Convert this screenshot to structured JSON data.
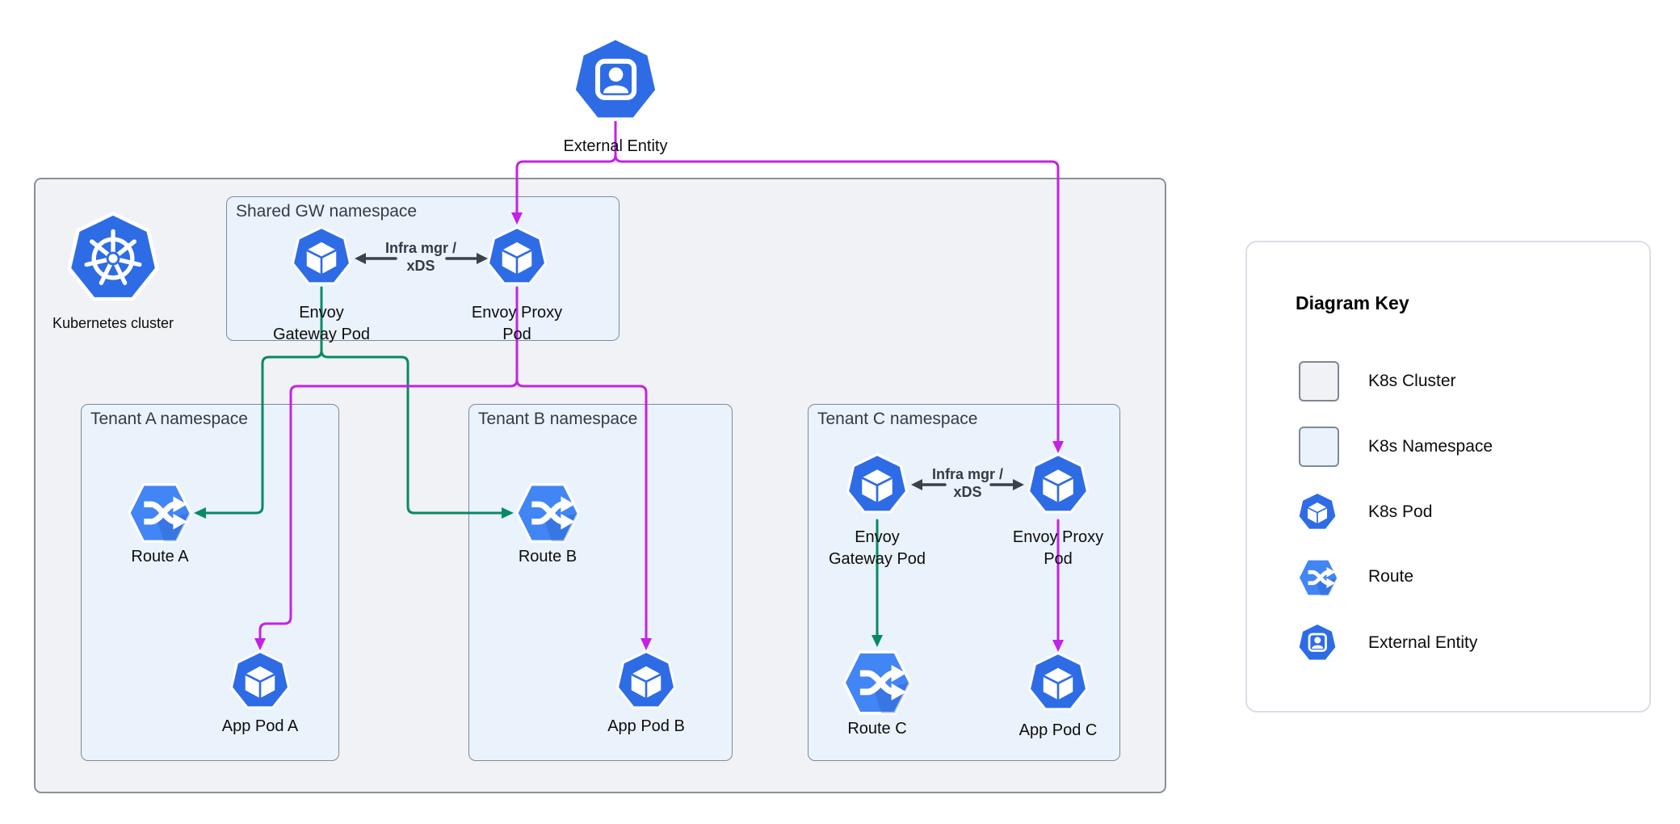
{
  "diagram": {
    "external_entity_label": "External Entity",
    "cluster_label": "Kubernetes cluster",
    "shared_ns": {
      "title": "Shared GW namespace",
      "gateway_pod_label": "Envoy\nGateway Pod",
      "proxy_pod_label": "Envoy Proxy\nPod",
      "link_label": "Infra mgr /\nxDS"
    },
    "tenant_a": {
      "title": "Tenant A namespace",
      "route_label": "Route A",
      "app_pod_label": "App Pod A"
    },
    "tenant_b": {
      "title": "Tenant B namespace",
      "route_label": "Route B",
      "app_pod_label": "App Pod B"
    },
    "tenant_c": {
      "title": "Tenant C namespace",
      "gateway_pod_label": "Envoy\nGateway Pod",
      "proxy_pod_label": "Envoy Proxy\nPod",
      "link_label": "Infra mgr /\nxDS",
      "route_label": "Route C",
      "app_pod_label": "App Pod C"
    }
  },
  "key": {
    "title": "Diagram Key",
    "items": [
      {
        "icon": "k8s-cluster-swatch",
        "label": "K8s Cluster"
      },
      {
        "icon": "k8s-namespace-swatch",
        "label": "K8s Namespace"
      },
      {
        "icon": "k8s-pod-icon",
        "label": "K8s Pod"
      },
      {
        "icon": "route-icon",
        "label": "Route"
      },
      {
        "icon": "external-entity-icon",
        "label": "External Entity"
      }
    ]
  },
  "colors": {
    "pod_blue": "#2e6ce6",
    "route_blue": "#4285f4",
    "green": "#068a64",
    "magenta": "#c322e4",
    "dark_arrow": "#3a4149",
    "cluster_fill": "#f0f2f5",
    "cluster_border": "#8a9099",
    "namespace_fill": "#eaf2fc",
    "namespace_border": "#7d8b9b",
    "key_border": "#d9dee6"
  }
}
